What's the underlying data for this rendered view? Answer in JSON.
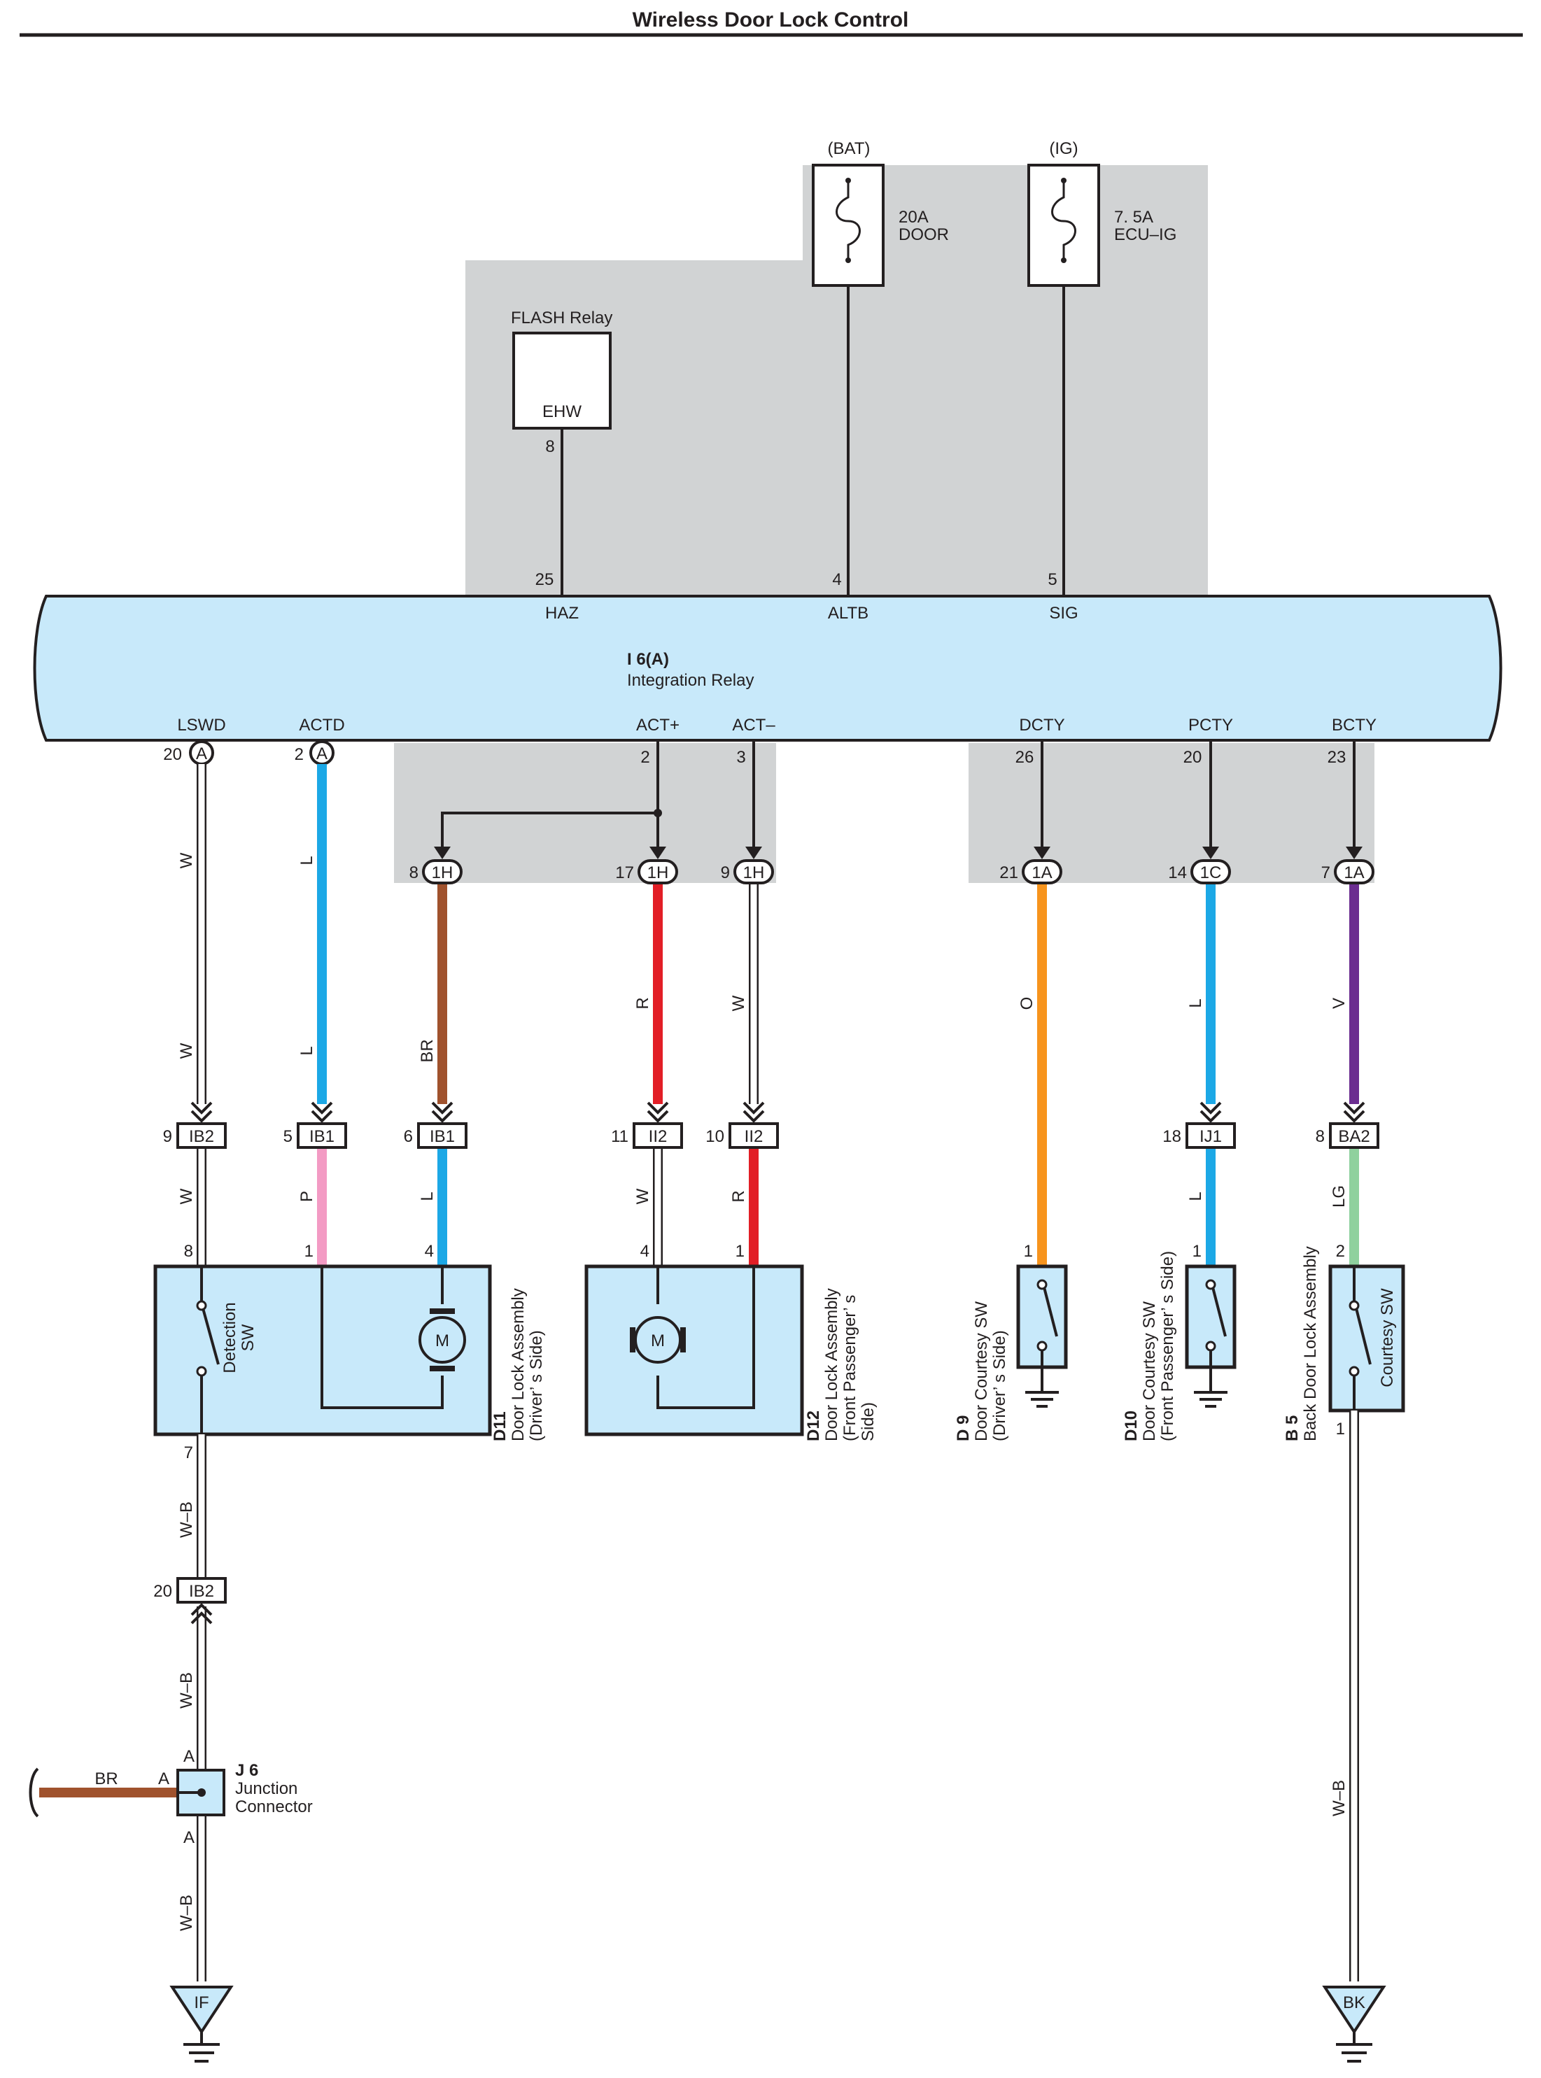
{
  "title": "Wireless Door Lock Control",
  "colors": {
    "ink": "#231f20",
    "panel": "#d1d3d4",
    "relay_fill": "#c8e9fa",
    "W": "#ffffff",
    "L": "#1ca8e6",
    "P": "#f39bc4",
    "BR": "#a0522d",
    "R": "#e21e26",
    "O": "#f7941d",
    "V": "#6b2d90",
    "LG": "#8fd19e",
    "W-B": "#ffffff"
  },
  "power": {
    "bat": "(BAT)",
    "ig": "(IG)",
    "fuse_door": {
      "amp": "20A",
      "name": "DOOR"
    },
    "fuse_ecu": {
      "amp": "7. 5A",
      "name": "ECU–IG"
    },
    "flash_relay": {
      "title": "FLASH Relay",
      "terminal": "EHW",
      "pin": "8"
    }
  },
  "relay": {
    "code": "I 6(A)",
    "name": "Integration Relay",
    "top_terminals": [
      {
        "pin": "25",
        "name": "HAZ"
      },
      {
        "pin": "4",
        "name": "ALTB"
      },
      {
        "pin": "5",
        "name": "SIG"
      }
    ],
    "bottom_terminals": [
      {
        "name": "LSWD",
        "pin": "20",
        "conn": "A"
      },
      {
        "name": "ACTD",
        "pin": "2",
        "conn": "A"
      },
      {
        "name": "ACT+",
        "pin": "2"
      },
      {
        "name": "ACT–",
        "pin": "3"
      },
      {
        "name": "DCTY",
        "pin": "26"
      },
      {
        "name": "PCTY",
        "pin": "20"
      },
      {
        "name": "BCTY",
        "pin": "23"
      }
    ]
  },
  "oval_connectors": [
    {
      "pin": "8",
      "code": "1H"
    },
    {
      "pin": "17",
      "code": "1H"
    },
    {
      "pin": "9",
      "code": "1H"
    },
    {
      "pin": "21",
      "code": "1A"
    },
    {
      "pin": "14",
      "code": "1C"
    },
    {
      "pin": "7",
      "code": "1A"
    }
  ],
  "box_connectors": [
    {
      "pin": "9",
      "code": "IB2"
    },
    {
      "pin": "5",
      "code": "IB1"
    },
    {
      "pin": "6",
      "code": "IB1"
    },
    {
      "pin": "11",
      "code": "II2"
    },
    {
      "pin": "10",
      "code": "II2"
    },
    {
      "pin": "18",
      "code": "IJ1"
    },
    {
      "pin": "8",
      "code": "BA2"
    },
    {
      "pin": "20",
      "code": "IB2"
    }
  ],
  "wire_labels": {
    "upper": [
      "W",
      "L",
      "R",
      "W",
      "O",
      "L",
      "V"
    ],
    "mid": [
      "W",
      "L",
      "BR"
    ],
    "lower": [
      "W",
      "P",
      "L",
      "W",
      "R",
      "L",
      "LG"
    ],
    "wb": "W–B",
    "br": "BR"
  },
  "pins": {
    "d11_top": [
      "8",
      "1",
      "4"
    ],
    "d11_bottom": "7",
    "d12_top": [
      "4",
      "1"
    ],
    "d9_top": "1",
    "d10_top": "1",
    "b5_top": "2",
    "b5_bottom": "1",
    "j6": [
      "A",
      "A",
      "A"
    ]
  },
  "components": {
    "d11": {
      "code": "D11",
      "l1": "Door Lock Assembly",
      "l2": "(Driver’ s Side)",
      "sw1": "Detection",
      "sw2": "SW",
      "motor": "M"
    },
    "d12": {
      "code": "D12",
      "l1": "Door Lock Assembly",
      "l2": "(Front Passenger’ s",
      "l3": "Side)",
      "motor": "M"
    },
    "d9": {
      "code": "D 9",
      "l1": "Door Courtesy SW",
      "l2": "(Driver’ s Side)"
    },
    "d10": {
      "code": "D10",
      "l1": "Door Courtesy SW",
      "l2": "(Front Passenger’ s Side)"
    },
    "b5": {
      "code": "B 5",
      "l1": "Back Door Lock Assembly",
      "sw": "Courtesy SW"
    },
    "j6": {
      "code": "J 6",
      "l1": "Junction",
      "l2": "Connector"
    }
  },
  "grounds": {
    "left": "IF",
    "right": "BK"
  }
}
